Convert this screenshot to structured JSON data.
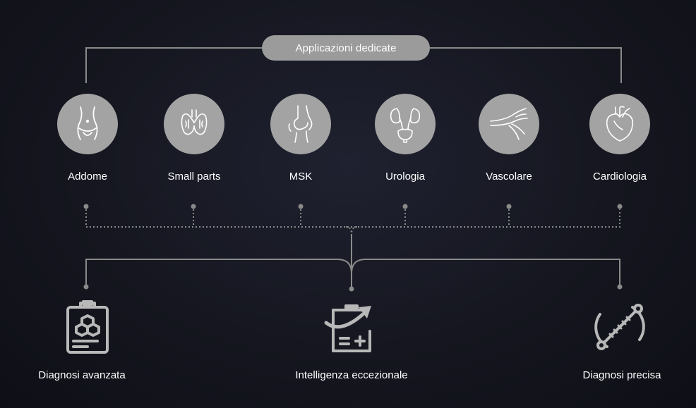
{
  "header": {
    "title": "Applicazioni dedicate"
  },
  "applications": [
    {
      "label": "Addome",
      "icon": "abdomen-icon"
    },
    {
      "label": "Small parts",
      "icon": "thyroid-icon"
    },
    {
      "label": "MSK",
      "icon": "knee-joint-icon"
    },
    {
      "label": "Urologia",
      "icon": "kidneys-bladder-icon"
    },
    {
      "label": "Vascolare",
      "icon": "blood-vessels-icon"
    },
    {
      "label": "Cardiologia",
      "icon": "heart-icon"
    }
  ],
  "features": [
    {
      "label": "Diagnosi avanzata",
      "icon": "clipboard-cubes-icon"
    },
    {
      "label": "Intelligenza eccezionale",
      "icon": "clipboard-arrow-icon"
    },
    {
      "label": "Diagnosi precisa",
      "icon": "caliper-circle-icon"
    }
  ],
  "colors": {
    "background": "#15161f",
    "icon_circle": "#a3a3a3",
    "pill": "#9b9b9b",
    "line": "#8a8a8a",
    "feature_icon": "#b8b8b8",
    "text": "#ffffff"
  }
}
